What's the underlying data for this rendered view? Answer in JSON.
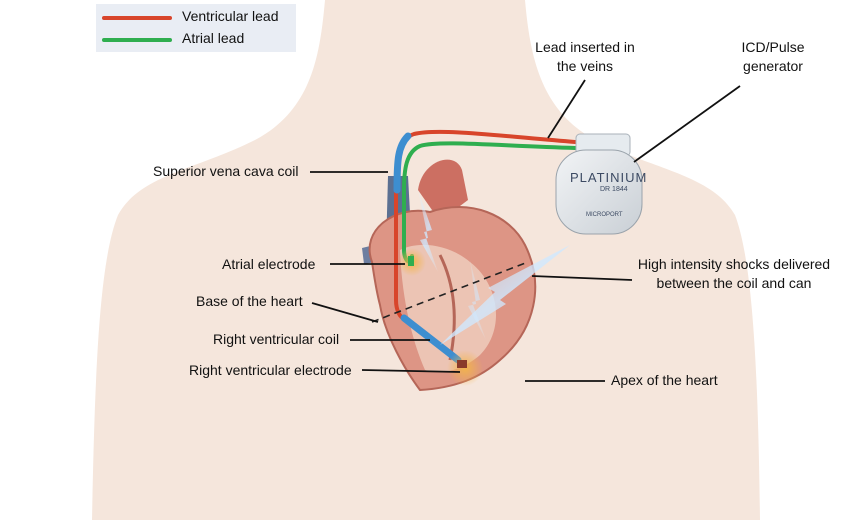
{
  "legend": {
    "ventricular_lead": "Ventricular lead",
    "atrial_lead": "Atrial lead"
  },
  "labels": {
    "lead_inserted_line1": "Lead inserted in",
    "lead_inserted_line2": "the veins",
    "icd_line1": "ICD/Pulse",
    "icd_line2": "generator",
    "svc_coil": "Superior vena cava coil",
    "atrial_electrode": "Atrial electrode",
    "base_heart": "Base of the heart",
    "rv_coil": "Right ventricular coil",
    "rv_electrode": "Right ventricular electrode",
    "shocks_line1": "High intensity shocks delivered",
    "shocks_line2": "between the coil and can",
    "apex_heart": "Apex of the heart"
  },
  "device": {
    "brand": "PLATINIUM",
    "small_text": "DR 1844",
    "maker": "MICROPORT"
  },
  "colors": {
    "ventricular_lead": "#d8452b",
    "atrial_lead": "#2fae4f",
    "coil": "#3d8ed0",
    "body": "#f4e4da",
    "heart": "#d98b7c",
    "vessel": "#5a6f8e",
    "device": "#dde2e6"
  }
}
